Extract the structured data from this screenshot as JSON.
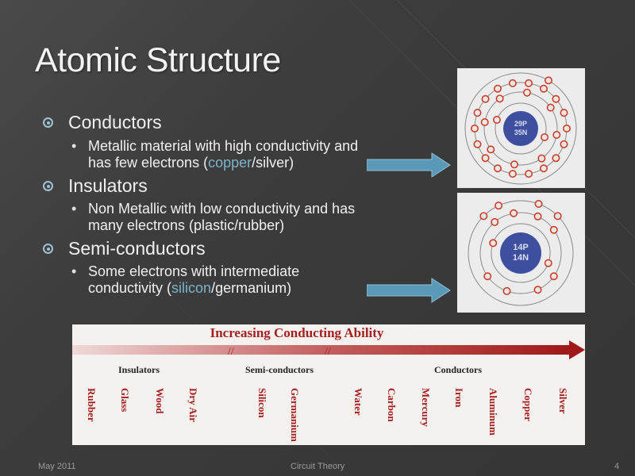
{
  "slide": {
    "title": "Atomic Structure",
    "bullets": [
      {
        "label": "Conductors",
        "sub": {
          "line1": "Metallic material with high conductivity and",
          "line2_pre": "has few electrons (",
          "line2_hl": "copper",
          "line2_post": "/silver)"
        }
      },
      {
        "label": "Insulators",
        "sub": {
          "line1": "Non Metallic with low conductivity and has",
          "line2": "many electrons (plastic/rubber)"
        }
      },
      {
        "label": "Semi-conductors",
        "sub": {
          "line1": "Some electrons with intermediate",
          "line2_pre": "conductivity (",
          "line2_hl": "silicon",
          "line2_post": "/germanium)"
        }
      }
    ]
  },
  "atoms": {
    "copper": {
      "nucleus_line1": "29P",
      "nucleus_line2": "35N"
    },
    "silicon": {
      "nucleus_line1": "14P",
      "nucleus_line2": "14N"
    }
  },
  "scale": {
    "heading": "Increasing Conducting Ability",
    "groups": [
      "Insulators",
      "Semi-conductors",
      "Conductors"
    ],
    "materials": [
      "Rubber",
      "Glass",
      "Wood",
      "Dry Air",
      "Silicon",
      "Germanium",
      "Water",
      "Carbon",
      "Mercury",
      "Iron",
      "Aluminum",
      "Copper",
      "Silver"
    ]
  },
  "footer": {
    "date": "May 2011",
    "center": "Circuit Theory",
    "page": "4"
  },
  "colors": {
    "accent": "#7cb4cc",
    "arrow": "#5a9ab8",
    "scale_red": "#a52020",
    "nucleus": "#3f4fa0",
    "electron": "#c8402d"
  }
}
